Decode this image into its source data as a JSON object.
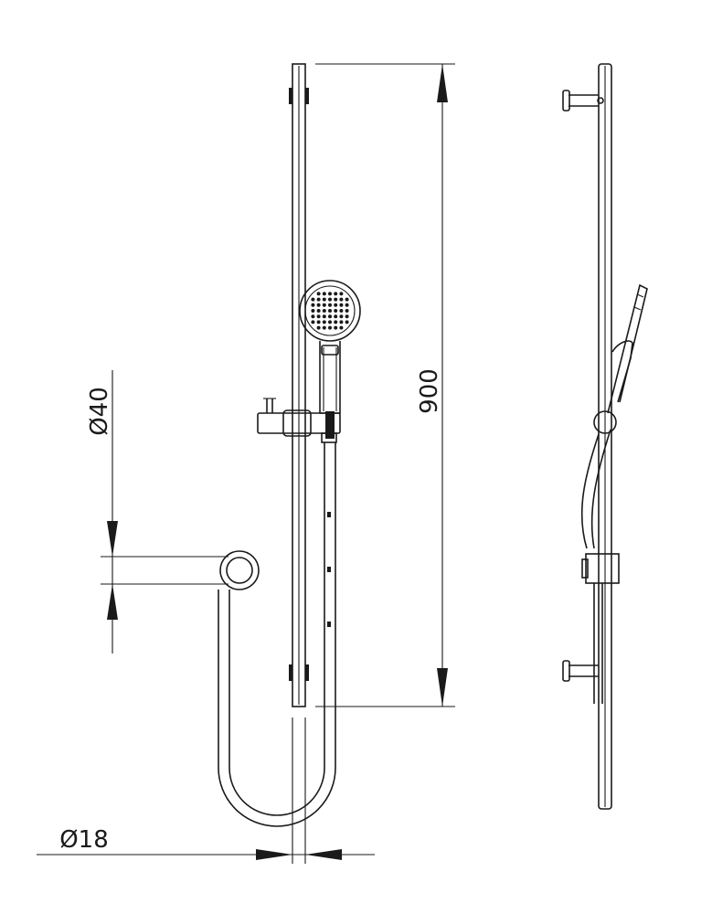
{
  "dimensions": {
    "height_label": "900",
    "outlet_diameter_label": "Ø40",
    "rail_diameter_label": "Ø18"
  },
  "colors": {
    "line": "#1a1a1a",
    "background": "#ffffff"
  }
}
